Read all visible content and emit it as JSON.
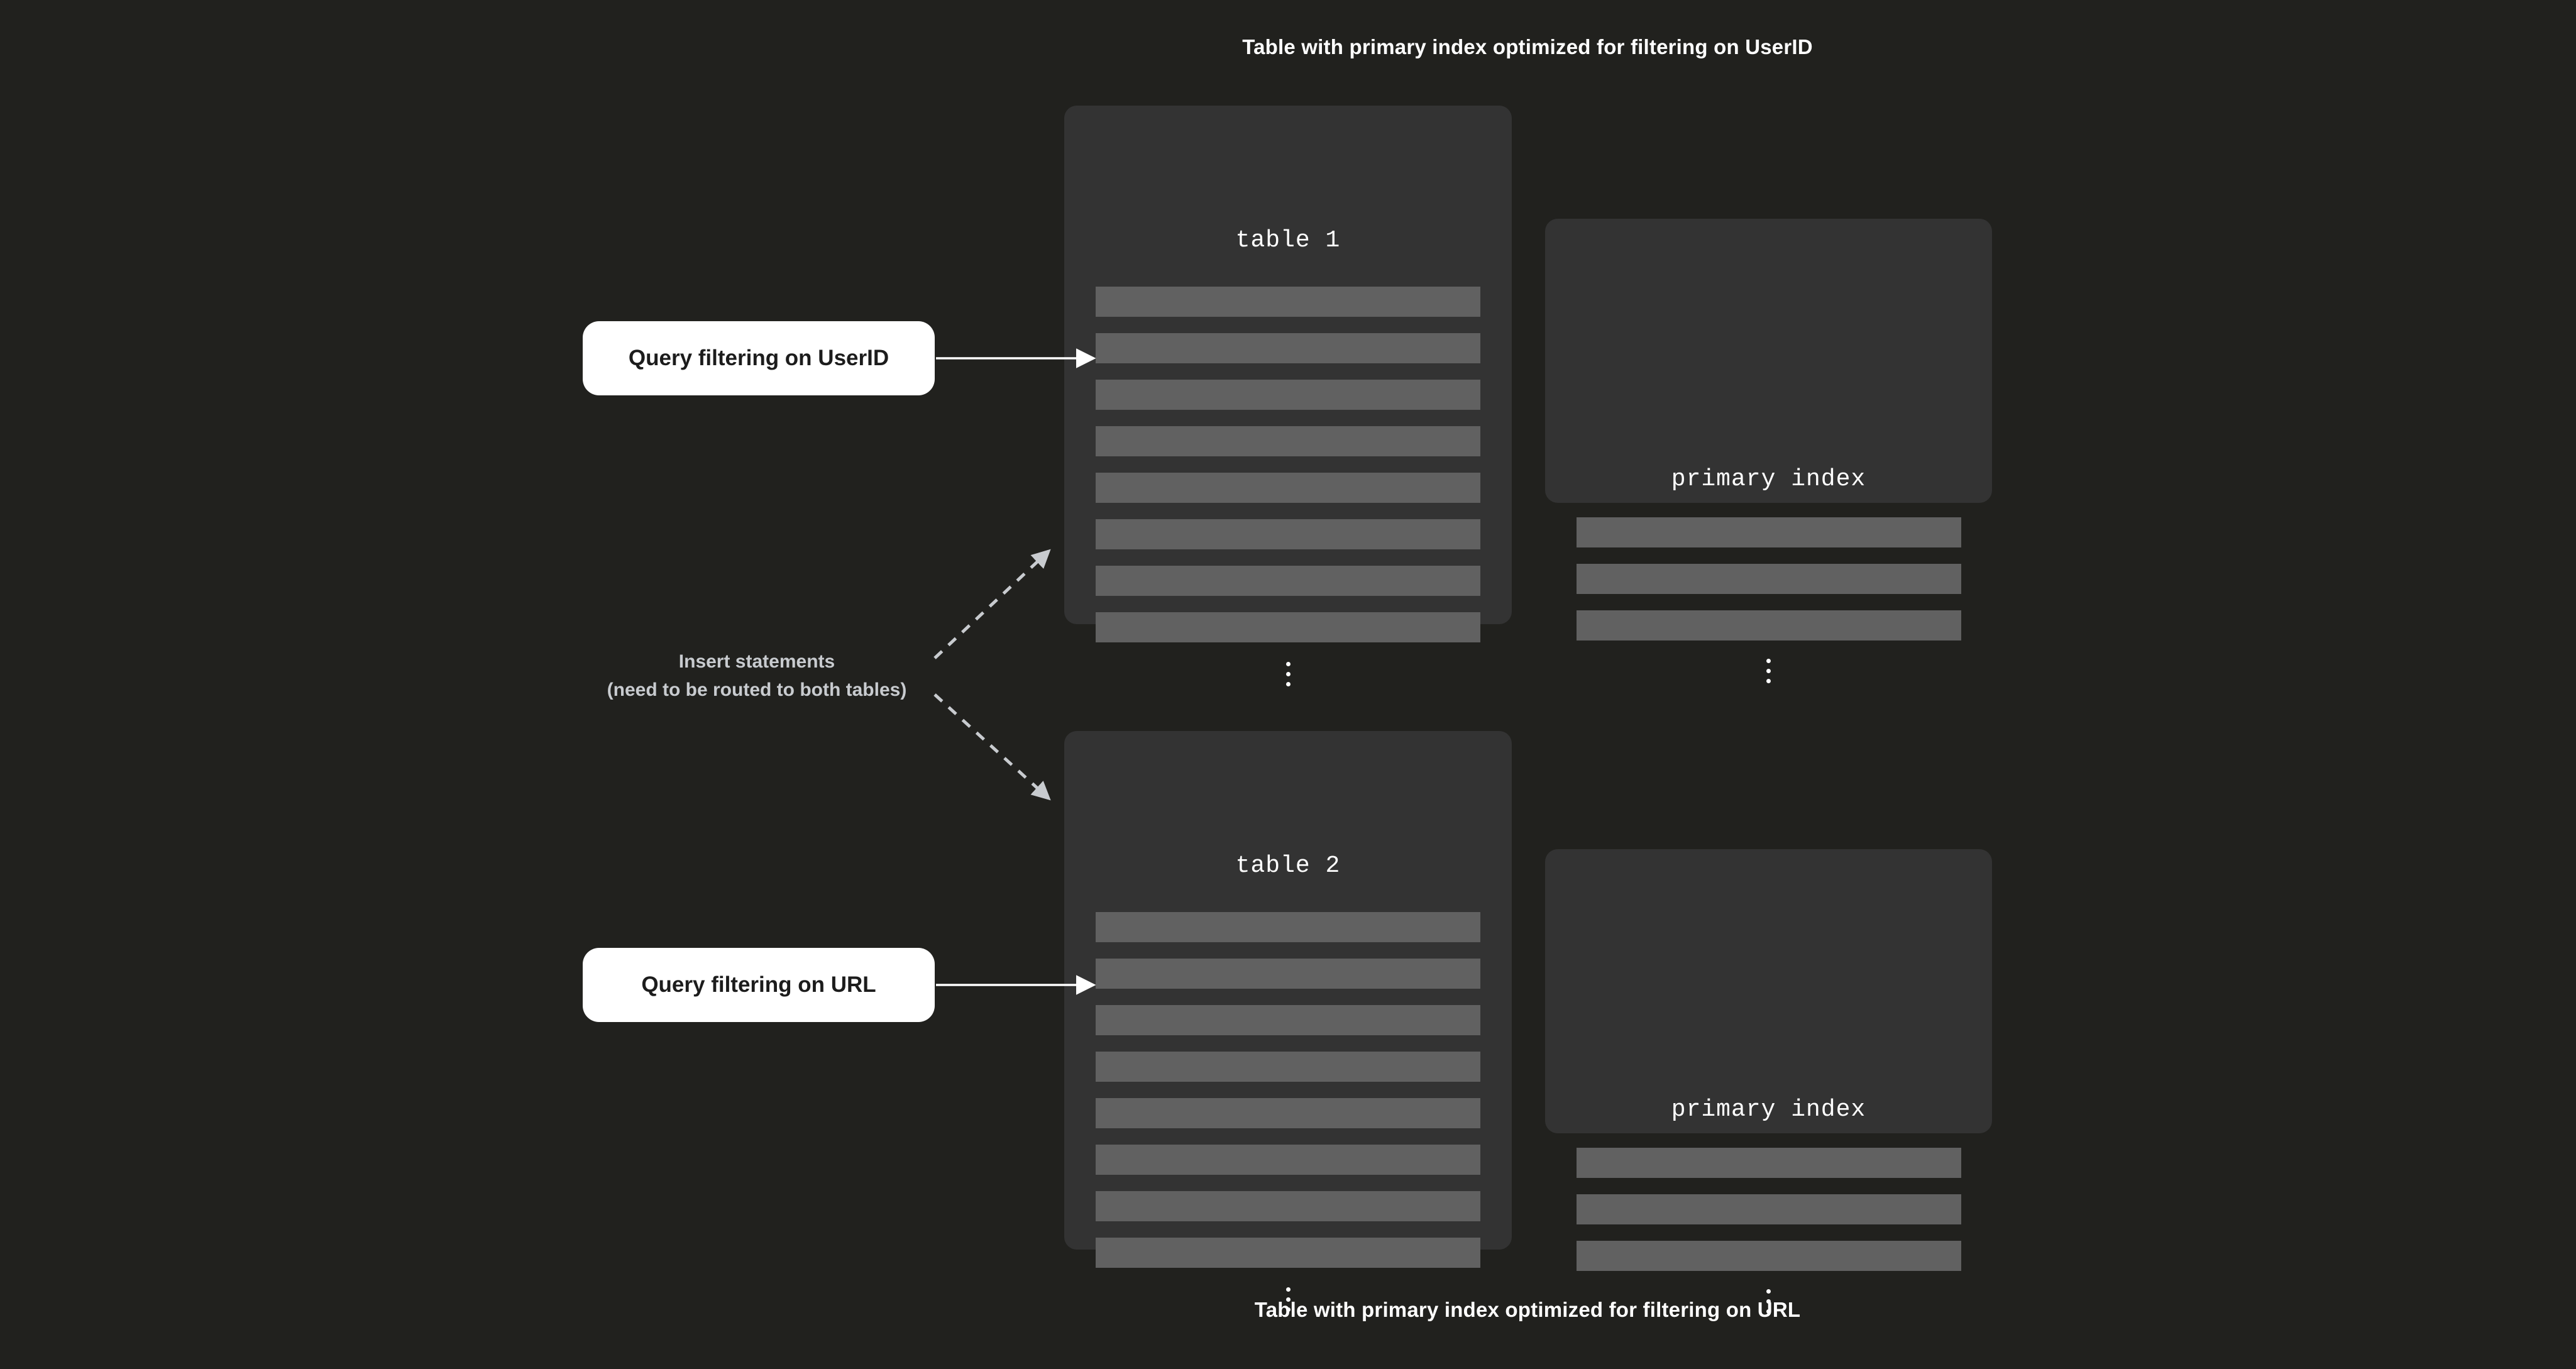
{
  "diagram": {
    "title_top": "Table with primary index optimized for filtering on UserID",
    "title_bottom": "Table with primary index optimized for filtering on URL",
    "colors": {
      "background": "#21211e",
      "box": "#333333",
      "row": "#616161",
      "callout_bg": "#ffffff",
      "callout_text": "#1c1c1c",
      "solid_arrow": "#ffffff",
      "dashed_arrow": "#c8cbcf",
      "title_text": "#ffffff",
      "note_text": "#c8cbcf"
    }
  },
  "tables": [
    {
      "id": "table-1",
      "title": "table 1",
      "row_count": 8,
      "rows": [
        "",
        "",
        "",
        "",
        "",
        "",
        "",
        ""
      ],
      "ellipsis": "vertical-ellipsis"
    },
    {
      "id": "table-2",
      "title": "table 2",
      "row_count": 8,
      "rows": [
        "",
        "",
        "",
        "",
        "",
        "",
        "",
        ""
      ],
      "ellipsis": "vertical-ellipsis"
    }
  ],
  "indexes": [
    {
      "id": "primary-index-1",
      "title": "primary index",
      "row_count": 3,
      "rows": [
        "",
        "",
        ""
      ],
      "ellipsis": "vertical-ellipsis"
    },
    {
      "id": "primary-index-2",
      "title": "primary index",
      "row_count": 3,
      "rows": [
        "",
        "",
        ""
      ],
      "ellipsis": "vertical-ellipsis"
    }
  ],
  "callouts": [
    {
      "id": "query-userid",
      "label": "Query filtering on UserID"
    },
    {
      "id": "query-url",
      "label": "Query filtering on URL"
    }
  ],
  "notes": {
    "insert_line_1": "Insert statements",
    "insert_line_2": "(need to be routed to both tables)"
  },
  "connectors": [
    {
      "id": "arrow-query-userid-to-table-1",
      "style": "solid",
      "from": "query-userid",
      "to": "table-1"
    },
    {
      "id": "arrow-query-url-to-table-2",
      "style": "solid",
      "from": "query-url",
      "to": "table-2"
    },
    {
      "id": "arrow-insert-to-table-1",
      "style": "dashed",
      "from": "insert-note",
      "to": "table-1"
    },
    {
      "id": "arrow-insert-to-table-2",
      "style": "dashed",
      "from": "insert-note",
      "to": "table-2"
    }
  ]
}
